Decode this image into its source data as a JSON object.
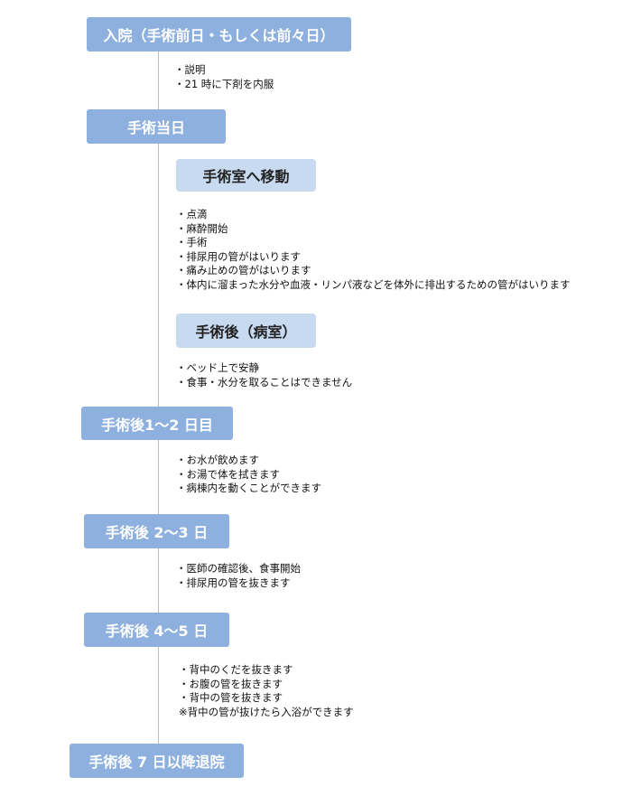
{
  "stages": [
    {
      "label": "入院（手術前日・もしくは前々日）"
    },
    {
      "label": "手術当日"
    },
    {
      "label": "手術後1～2 日目"
    },
    {
      "label": "手術後 2～3 日"
    },
    {
      "label": "手術後 4～5 日"
    },
    {
      "label": "手術後 7 日以降退院"
    }
  ],
  "substages": [
    {
      "label": "手術室へ移動"
    },
    {
      "label": "手術後（病室）"
    }
  ],
  "notes": {
    "admission": [
      "・説明",
      "・21 時に下剤を内服"
    ],
    "operating_room": [
      "・点滴",
      "・麻酔開始",
      "・手術",
      "・排尿用の管がはいります",
      "・痛み止めの管がはいります",
      "・体内に溜まった水分や血液・リンパ液などを体外に排出するための管がはいります"
    ],
    "post_op_ward": [
      "・ベッド上で安静",
      "・食事・水分を取ることはできません"
    ],
    "day1_2": [
      "・お水が飲めます",
      "・お湯で体を拭きます",
      "・病棟内を動くことができます"
    ],
    "day2_3": [
      "・医師の確認後、食事開始",
      "・排尿用の管を抜きます"
    ],
    "day4_5": [
      "・背中のくだを抜きます",
      "・お腹の管を抜きます",
      "・背中の管を抜きます",
      "※背中の管が抜けたら入浴ができます"
    ]
  },
  "colors": {
    "stage_fill": "#8eb0df",
    "substage_fill": "#c8daef",
    "timeline_line": "#bdbdbd"
  }
}
